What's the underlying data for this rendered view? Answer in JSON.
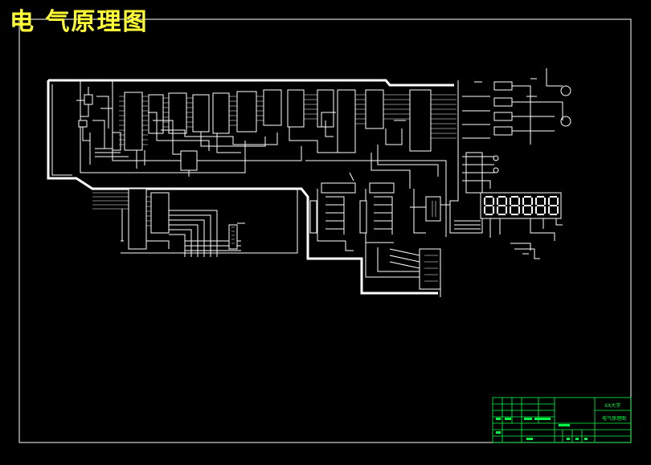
{
  "drawing": {
    "title": "电 气原理图",
    "title_color": "#ffff33",
    "line_color": "#ffffff",
    "annotation_color": "#00ff44",
    "background": "#000000"
  },
  "title_block": {
    "organization": "XX大学",
    "drawing_name": "电气原理图"
  }
}
